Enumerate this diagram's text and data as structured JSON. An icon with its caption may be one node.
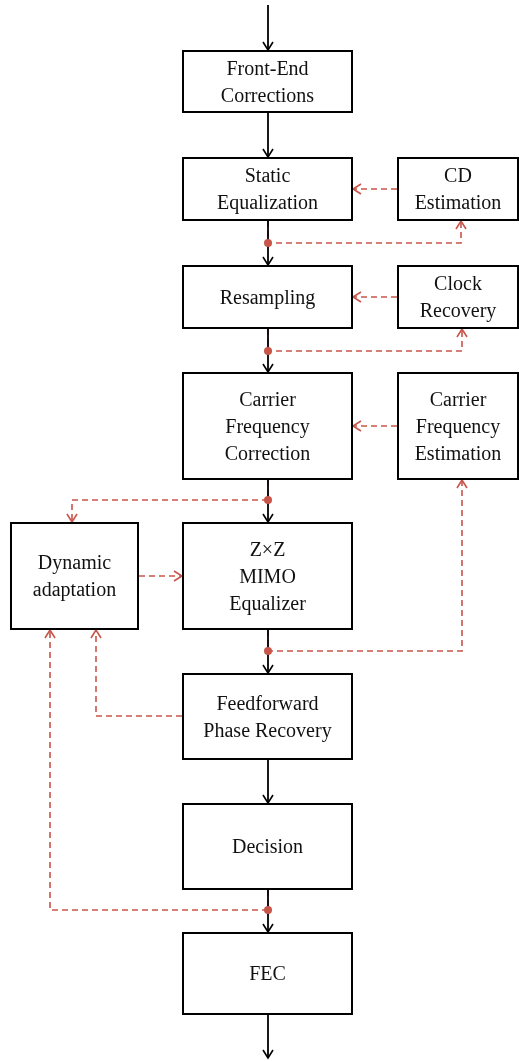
{
  "diagram": {
    "nodes": [
      {
        "text": [
          "Front-End Corrections"
        ]
      },
      {
        "text": [
          "Static Equalization"
        ]
      },
      {
        "text": [
          "CD Estimation"
        ]
      },
      {
        "text": [
          "Resampling"
        ]
      },
      {
        "text": [
          "Clock Recovery"
        ]
      },
      {
        "text": [
          "Carrier Frequency Correction"
        ]
      },
      {
        "text": [
          "Carrier Frequency Estimation"
        ]
      },
      {
        "text": [
          "Dynamic adaptation"
        ]
      },
      {
        "text": [
          "Z×Z MIMO Equalizer"
        ]
      },
      {
        "text": [
          "Feedforward Phase Recovery"
        ]
      },
      {
        "text": [
          "Decision"
        ]
      },
      {
        "text": [
          "FEC"
        ]
      }
    ],
    "edges": [
      {
        "from": null,
        "to": 0,
        "arrow": "to",
        "color": "#000000"
      },
      {
        "from": 0,
        "to": 1,
        "arrow": "to",
        "color": "#000000"
      },
      {
        "from": 1,
        "to": 3,
        "arrow": "to",
        "color": "#000000"
      },
      {
        "from": 3,
        "to": 5,
        "arrow": "to",
        "color": "#000000"
      },
      {
        "from": 5,
        "to": 8,
        "arrow": "to",
        "color": "#000000"
      },
      {
        "from": 8,
        "to": 9,
        "arrow": "to",
        "color": "#000000"
      },
      {
        "from": 9,
        "to": 10,
        "arrow": "to",
        "color": "#000000"
      },
      {
        "from": 10,
        "to": 11,
        "arrow": "to",
        "color": "#000000"
      },
      {
        "from": 11,
        "to": null,
        "arrow": "to",
        "color": "#000000"
      },
      {
        "from": 2,
        "to": 1,
        "arrow": "to",
        "style": "dashed"
      },
      {
        "from": 1,
        "to": 2,
        "arrow": "to",
        "style": "dashed"
      },
      {
        "from": 4,
        "to": 3,
        "arrow": "to",
        "style": "dashed"
      },
      {
        "from": 3,
        "to": 4,
        "arrow": "to",
        "style": "dashed"
      },
      {
        "from": 6,
        "to": 5,
        "arrow": "to",
        "style": "dashed"
      },
      {
        "from": 8,
        "to": 6,
        "arrow": "to",
        "style": "dashed"
      },
      {
        "from": 5,
        "to": 7,
        "arrow": "to",
        "style": "dashed"
      },
      {
        "from": 7,
        "to": 8,
        "arrow": "to",
        "style": "dashed"
      },
      {
        "from": 9,
        "to": 7,
        "arrow": "to",
        "style": "dashed"
      },
      {
        "from": 10,
        "to": 7,
        "arrow": "to",
        "style": "dashed"
      }
    ]
  }
}
